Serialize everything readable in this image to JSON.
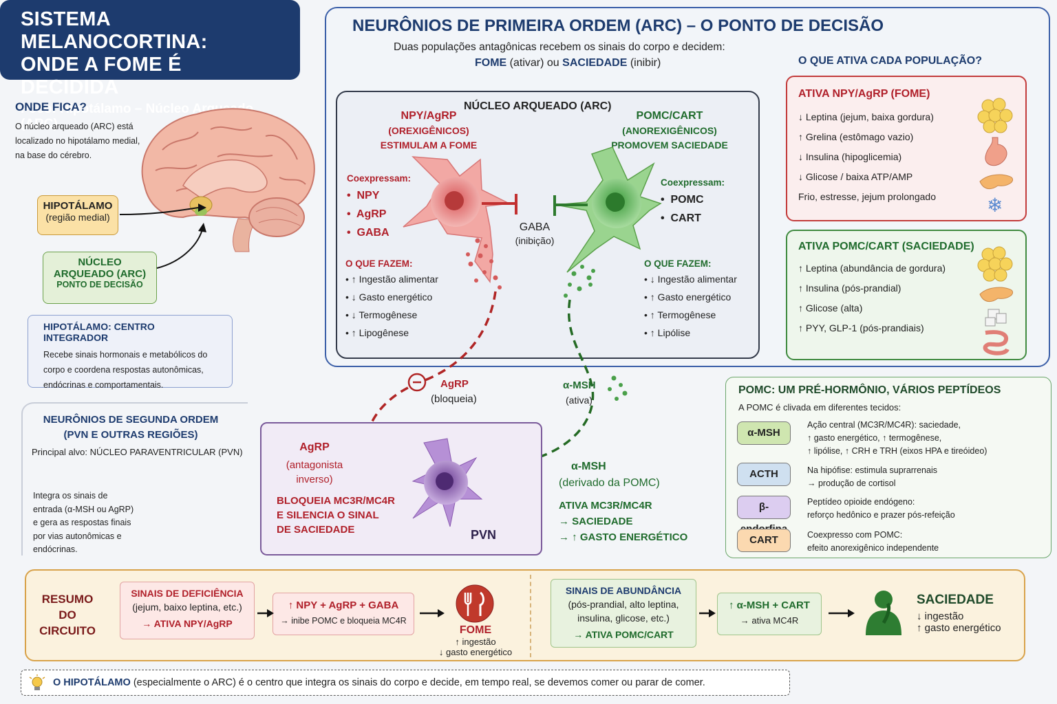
{
  "title": {
    "line1": "SISTEMA MELANOCORTINA:",
    "line2": "ONDE A FOME É DECIDIDA",
    "focus": "Foco: Hipotálamo – Núcleo Arqueado (ARC)"
  },
  "where": {
    "heading": "ONDE FICA?",
    "text1": "O núcleo arqueado (ARC) está",
    "text2": "localizado no hipotálamo medial,",
    "text3": "na base do cérebro.",
    "hypo_label": "HIPOTÁLAMO",
    "hypo_sub": "(região medial)",
    "arc_label1": "NÚCLEO",
    "arc_label2": "ARQUEADO (ARC)",
    "arc_sub": "PONTO DE DECISÃO"
  },
  "integrator": {
    "heading": "HIPOTÁLAMO: CENTRO INTEGRADOR",
    "l1": "Recebe sinais hormonais e metabólicos do",
    "l2": "corpo e coordena respostas autonômicas,",
    "l3": "endócrinas e comportamentais."
  },
  "second_order": {
    "h1": "NEURÔNIOS DE SEGUNDA ORDEM",
    "h2": "(PVN E OUTRAS REGIÕES)",
    "target_prefix": "Principal alvo:",
    "target": "NÚCLEO PARAVENTRICULAR (PVN)",
    "l1": "Integra os sinais de",
    "l2": "entrada (α-MSH ou AgRP)",
    "l3": "e gera as respostas finais",
    "l4": "por vias autonômicas e",
    "l5": "endócrinas."
  },
  "first_order": {
    "heading": "NEURÔNIOS DE PRIMEIRA ORDEM (ARC) – O PONTO DE DECISÃO",
    "sub1": "Duas populações antagônicas recebem os sinais do corpo e decidem:",
    "fome": "FOME",
    "ativar": "(ativar) ou",
    "saciedade": "SACIEDADE",
    "inibir": "(inibir)"
  },
  "arc": {
    "title": "NÚCLEO ARQUEADO (ARC)",
    "npy": {
      "name": "NPY/AgRP",
      "type": "(OREXIGÊNICOS)",
      "role": "ESTIMULAM A FOME",
      "coexp": "Coexpressam:",
      "items": [
        "NPY",
        "AgRP",
        "GABA"
      ],
      "does": "O QUE FAZEM:",
      "effects": [
        "↑ Ingestão alimentar",
        "↓ Gasto energético",
        "↓ Termogênese",
        "↑ Lipogênese"
      ]
    },
    "pomc": {
      "name": "POMC/CART",
      "type": "(ANOREXIGÊNICOS)",
      "role": "PROMOVEM SACIEDADE",
      "coexp": "Coexpressam:",
      "items": [
        "POMC",
        "CART"
      ],
      "does": "O QUE FAZEM:",
      "effects": [
        "↓ Ingestão alimentar",
        "↑ Gasto energético",
        "↑ Termogênese",
        "↑ Lipólise"
      ]
    },
    "gaba": "GABA",
    "gaba_sub": "(inibição)"
  },
  "activators": {
    "heading": "O QUE ATIVA CADA POPULAÇÃO?",
    "npy_title": "ATIVA NPY/AgRP (FOME)",
    "npy_items": [
      "↓ Leptina (jejum, baixa gordura)",
      "↑ Grelina (estômago vazio)",
      "↓ Insulina (hipoglicemia)",
      "↓ Glicose / baixa ATP/AMP",
      "Frio, estresse, jejum prolongado"
    ],
    "pomc_title": "ATIVA POMC/CART (SACIEDADE)",
    "pomc_items": [
      "↑ Leptina (abundância de gordura)",
      "↑ Insulina (pós-prandial)",
      "↑ Glicose (alta)",
      "↑ PYY, GLP-1 (pós-prandiais)"
    ]
  },
  "pathways": {
    "agrp": "AgRP",
    "agrp_sub": "(bloqueia)",
    "amsh": "α-MSH",
    "amsh_sub": "(ativa)"
  },
  "pvn": {
    "agrp": "AgRP",
    "agrp_sub1": "(antagonista",
    "agrp_sub2": "inverso)",
    "b1": "BLOQUEIA MC3R/MC4R",
    "b2": "E SILENCIA O SINAL",
    "b3": "DE SACIEDADE",
    "label": "PVN",
    "amsh": "α-MSH",
    "amsh_sub": "(derivado da POMC)",
    "a1": "ATIVA MC3R/MC4R",
    "a2": "→ SACIEDADE",
    "a3": "→ ↑ GASTO ENERGÉTICO"
  },
  "pomc_peptides": {
    "heading": "POMC: UM PRÉ-HORMÔNIO, VÁRIOS PEPTÍDEOS",
    "sub": "A POMC é clivada em diferentes tecidos:",
    "items": [
      {
        "name": "α-MSH",
        "color": "#cfe6b0",
        "l1": "Ação central (MC3R/MC4R): saciedade,",
        "l2": "↑ gasto energético, ↑ termogênese,",
        "l3": "↑ lipólise, ↑ CRH e TRH (eixos HPA e tireóideo)"
      },
      {
        "name": "ACTH",
        "color": "#cfe0f0",
        "l1": "Na hipófise: estimula suprarrenais",
        "l2": "→ produção de cortisol",
        "l3": ""
      },
      {
        "name": "β-endorfina",
        "color": "#dccdf0",
        "l1": "Peptídeo opioide endógeno:",
        "l2": "reforço hedônico e prazer pós-refeição",
        "l3": ""
      },
      {
        "name": "CART",
        "color": "#fbd9b0",
        "l1": "Coexpresso com POMC:",
        "l2": "efeito anorexigênico independente",
        "l3": ""
      }
    ]
  },
  "summary": {
    "label1": "RESUMO DO",
    "label2": "CIRCUITO",
    "def_title": "SINAIS DE DEFICIÊNCIA",
    "def_sub": "(jejum, baixo leptina, etc.)",
    "def_act_prefix": "→ ATIVA",
    "def_act": "NPY/AgRP",
    "step1_title": "↑ NPY + AgRP + GABA",
    "step1_sub": "→ inibe POMC e bloqueia MC4R",
    "fome": "FOME",
    "fome_1": "↑ ingestão",
    "fome_2": "↓ gasto energético",
    "ab_title": "SINAIS DE ABUNDÂNCIA",
    "ab_sub1": "(pós-prandial, alto leptina,",
    "ab_sub2": "insulina, glicose, etc.)",
    "ab_act": "→ ATIVA POMC/CART",
    "step2_title": "↑ α-MSH + CART",
    "step2_sub": "→ ativa MC4R",
    "sac": "SACIEDADE",
    "sac_1": "↓ ingestão",
    "sac_2": "↑ gasto energético"
  },
  "footer": {
    "bold": "O HIPOTÁLAMO",
    "rest": "(especialmente o ARC) é o centro que integra os sinais do corpo e decide, em tempo real, se devemos comer ou parar de comer."
  },
  "colors": {
    "navy": "#1d3b6e",
    "red": "#b0202a",
    "green": "#1f6b2c",
    "purple": "#7a4fa0"
  },
  "icons": [
    "brain-icon",
    "fat-cells-icon",
    "stomach-icon",
    "pancreas-icon",
    "snowflake-icon",
    "sugar-cube-icon",
    "intestine-icon",
    "fork-knife-icon",
    "person-satiated-icon",
    "lightbulb-icon"
  ]
}
